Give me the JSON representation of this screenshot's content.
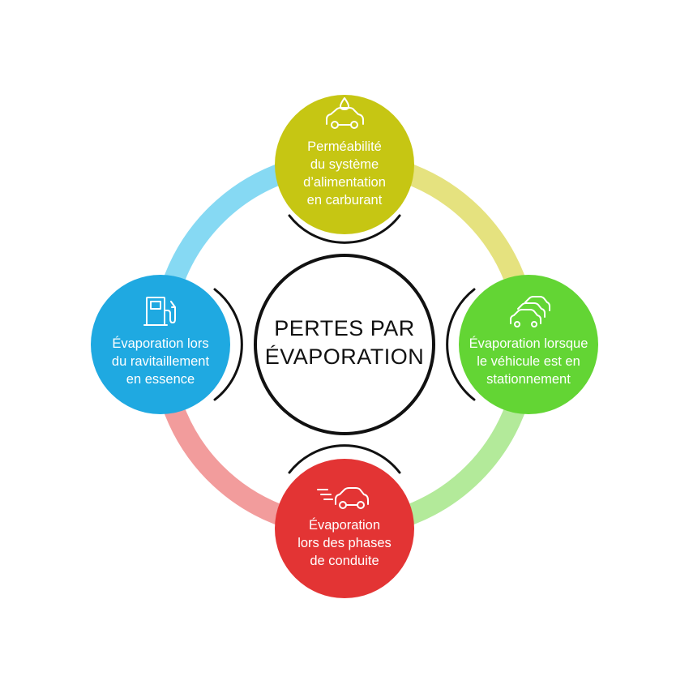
{
  "center": {
    "lines": [
      "PERTES PAR",
      "ÉVAPORATION"
    ]
  },
  "nodes": {
    "top": {
      "icon": "car-drop-icon",
      "color": "#C6C613",
      "lines": [
        "Perméabilité",
        "du système",
        "d’alimentation",
        "en carburant"
      ]
    },
    "right": {
      "icon": "parked-cars-icon",
      "color": "#63D534",
      "lines": [
        "Évaporation lorsque",
        "le véhicule est en",
        "stationnement"
      ]
    },
    "bottom": {
      "icon": "moving-car-icon",
      "color": "#E33434",
      "lines": [
        "Évaporation",
        "lors des phases",
        "de conduite"
      ]
    },
    "left": {
      "icon": "fuel-pump-icon",
      "color": "#1FA9E1",
      "lines": [
        "Évaporation lors",
        "du ravitaillement",
        "en essence"
      ]
    }
  },
  "ring_colors": {
    "top_right": "#E5E27F",
    "right_bottom": "#B3EA9A",
    "bottom_left": "#F29C9C",
    "left_top": "#86D9F3"
  }
}
